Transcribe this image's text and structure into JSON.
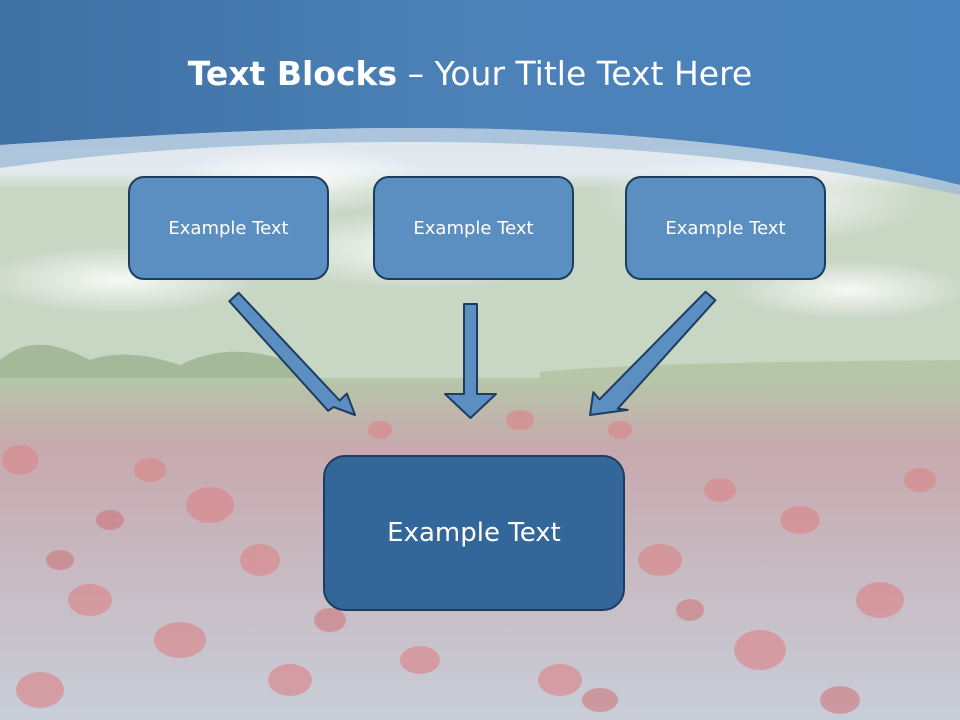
{
  "slide": {
    "title_bold": "Text Blocks",
    "title_rest": " – Your Title Text Here"
  },
  "blocks": {
    "top": [
      {
        "text": "Example Text"
      },
      {
        "text": "Example Text"
      },
      {
        "text": "Example Text"
      }
    ],
    "bottom": {
      "text": "Example Text"
    }
  },
  "colors": {
    "header_blue": "#4a7fb4",
    "box_fill": "#5b8ec1",
    "box_border": "#1e3d5e",
    "bottom_box_fill": "#336699",
    "arrow_fill": "#5b8ec1"
  }
}
